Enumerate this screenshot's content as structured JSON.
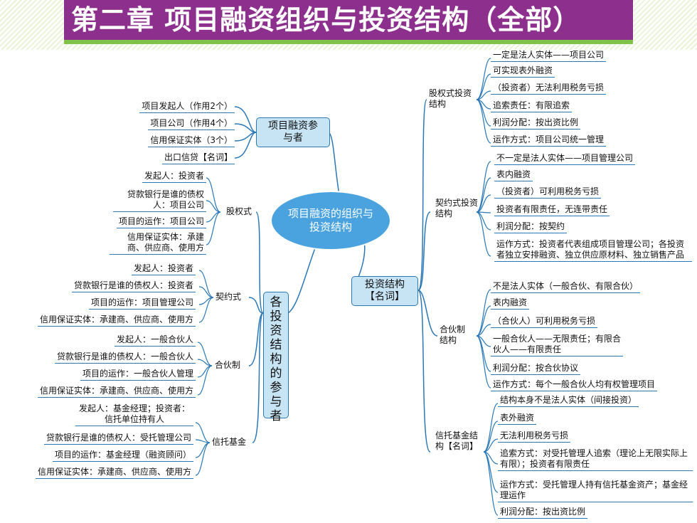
{
  "title": "第二章 项目融资组织与投资结构（全部）",
  "central": "项目融资的组织与投资结构",
  "participants_box": "项目融资参与者",
  "participants_items": [
    "项目发起人（作用2个）",
    "项目公司（作用4个）",
    "信用保证实体（3个）",
    "出口信贷【名词】"
  ],
  "vertical_box": "各投资结构的参与者",
  "structure_box": "投资结构【名词】",
  "left_groups": [
    {
      "label": "股权式",
      "items": [
        "发起人：投资者",
        "贷款银行是谁的债权人：项目公司",
        "项目的运作：项目公司",
        "信用保证实体：承建商、供应商、使用方"
      ]
    },
    {
      "label": "契约式",
      "items": [
        "发起人：投资者",
        "贷款银行是谁的债权人：投资者",
        "项目的运作：项目管理公司",
        "信用保证实体：承建商、供应商、使用方"
      ]
    },
    {
      "label": "合伙制",
      "items": [
        "发起人：一般合伙人",
        "贷款银行是谁的债权人：一般合伙人",
        "项目的运作：一般合伙人管理",
        "信用保证实体：承建商、供应商、使用方"
      ]
    },
    {
      "label": "信托基金",
      "items": [
        "发起人：基金经理；投资者：信托单位持有人",
        "贷款银行是谁的债权人：受托管理公司",
        "项目的运作：基金经理（融资顾问）",
        "信用保证实体：承建商、供应商、使用方"
      ]
    }
  ],
  "right_groups": [
    {
      "label": "股权式投资结构",
      "items": [
        "一定是法人实体——项目公司",
        "可实现表外融资",
        "（投资者）无法利用税务亏损",
        "追索责任：有限追索",
        "利润分配：按出资比例",
        "运作方式：项目公司统一管理"
      ]
    },
    {
      "label": "契约式投资结构",
      "items": [
        "不一定是法人实体——项目管理公司",
        "表内融资",
        "（投资者）可利用税务亏损",
        "投资者有限责任，无连带责任",
        "利润分配：按契约",
        "运作方式：投资者代表组成项目管理公司；各投资者独立安排融资、独立供应原材料、独立销售产品"
      ]
    },
    {
      "label": "合伙制结构",
      "items": [
        "不是法人实体（一般合伙、有限合伙）",
        "表内融资",
        "（合伙人）可利用税务亏损",
        "一般合伙人——无限责任；有限合伙人——有限责任",
        "利润分配：按合伙协议",
        "运作方式：每个一般合伙人均有权管理项目"
      ]
    },
    {
      "label": "信托基金结构【名词】",
      "items": [
        "结构本身不是法人实体（间接投资）",
        "表外融资",
        "无法利用税务亏损",
        "追索方式：对受托管理人追索（理论上无限实际上有限）；投资者有限责任",
        "运作方式：受托管理人持有信托基金资产；基金经理运作",
        "利润分配：按出资比例"
      ]
    }
  ],
  "colors": {
    "title_bg": "#8c2f8d",
    "accent_green": "#7fc34a",
    "line_blue": "#2a78b6",
    "box_fill": "#c7e4f4",
    "central_fill": "#4aa3df"
  }
}
